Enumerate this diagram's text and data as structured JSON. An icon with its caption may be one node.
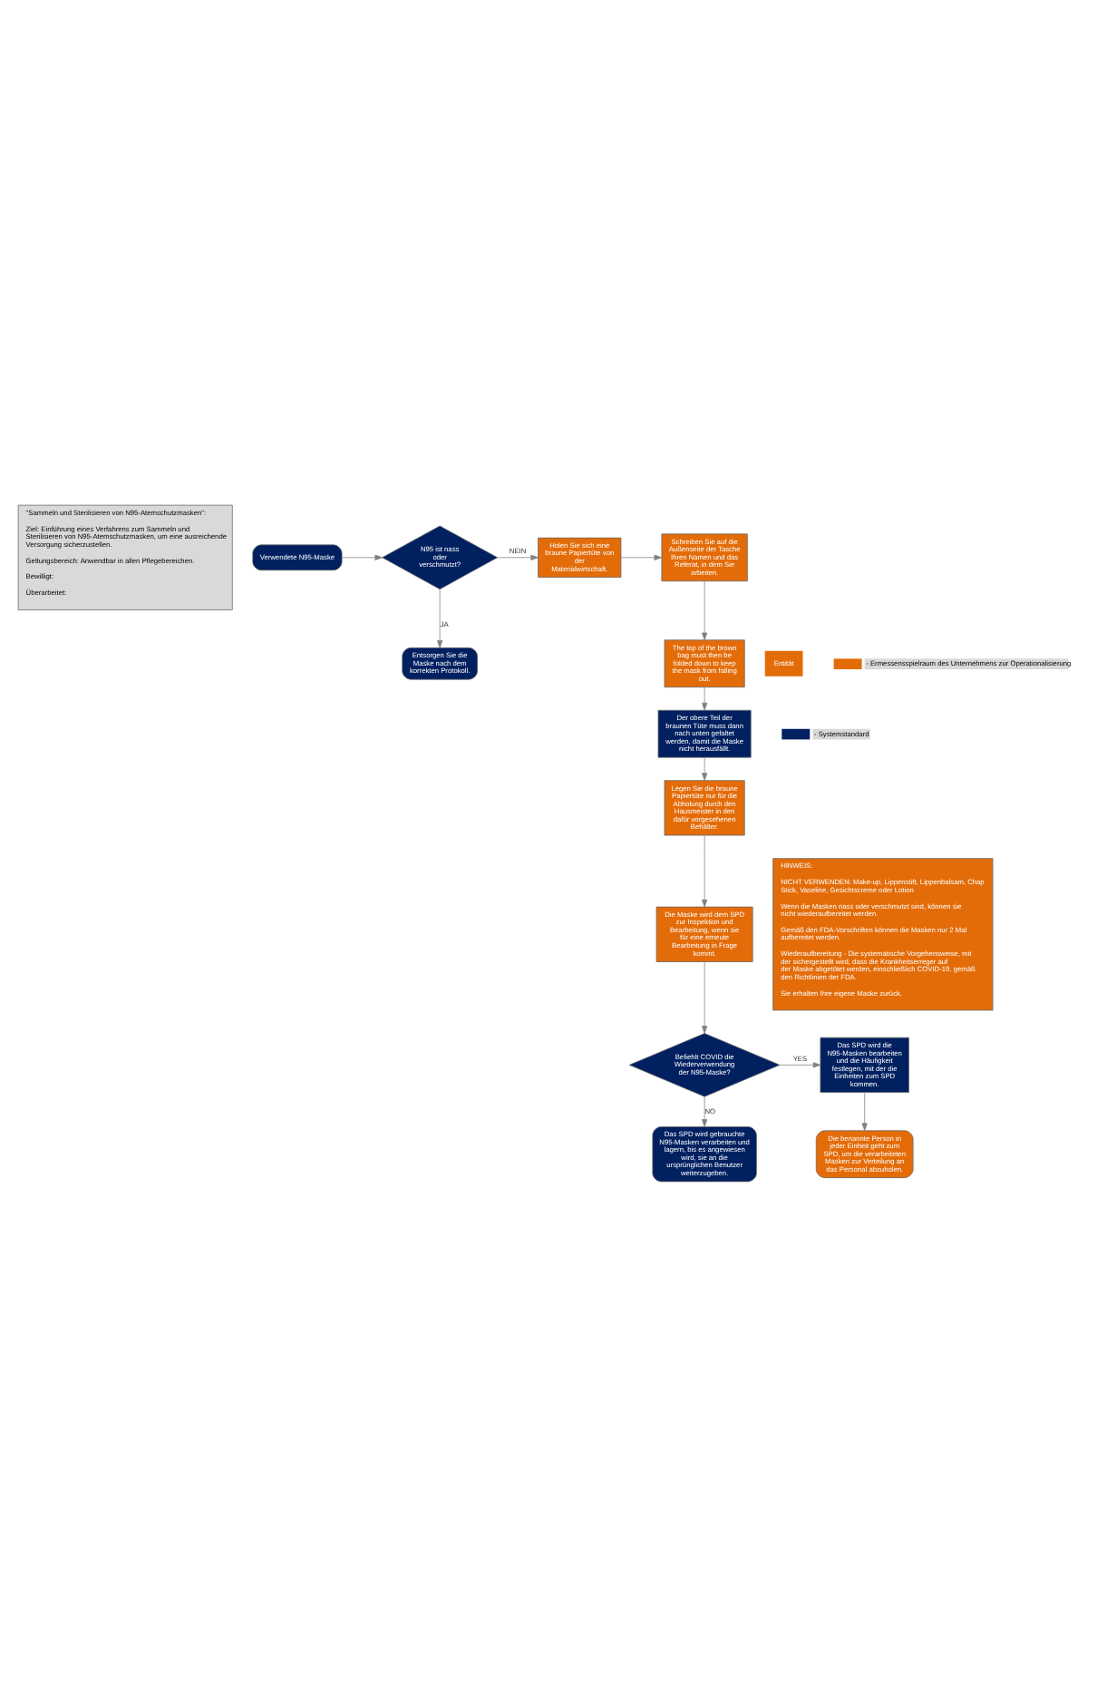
{
  "diagram": {
    "nodes": [
      {
        "text": [
          "\"Sammeln und Sterilisieren von N95-Atemschutzmasken\":",
          "Ziel: Einführung eines Verfahrens zum Sammeln und Sterilisieren von N95-Atemschutzmasken, um eine ausreichende Versorgung sicherzustellen.",
          "Geltungsbereich: Anwendbar in allen Pflegebereichen.",
          "Bewilligt:",
          "Überarbeitet:"
        ]
      },
      {
        "text": [
          "Verwendete N95-Maske"
        ]
      },
      {
        "text": [
          "N95 ist nass oder verschmutzt?"
        ]
      },
      {
        "text": [
          "Holen Sie sich eine braune Papiertüte von der Materialwirtschaft."
        ]
      },
      {
        "text": [
          "Schreiben Sie auf die Außenseite der Tasche Ihren Namen und das Referat, in dem Sie arbeiten."
        ]
      },
      {
        "text": [
          "The top of the brown bag must then be folded down to keep the mask from falling out."
        ]
      },
      {
        "text": [
          "Entsorgen Sie die Maske nach dem korrekten Protokoll."
        ]
      },
      {
        "text": [
          "Der obere Teil der braunen Tüte muss dann nach unten gefaltet werden, damit die Maske nicht herausfällt."
        ]
      },
      {
        "text": [
          "Legen Sie die braune Papiertüte nur für die Abholung durch den Hausmeister in den dafür vorgesehenen Behälter."
        ]
      },
      {
        "text": [
          "Die Maske wird dem SPD zur Inspektion und Bearbeitung, wenn sie für eine erneute Bearbeitung in Frage kommt."
        ]
      },
      {
        "text": [
          "Befiehlt COVID die Wiederverwendung der N95-Maske?"
        ]
      },
      {
        "text": [
          "Das SPD wird die N95-Masken bearbeiten und die Häufigkeit festlegen, mit der die Einheiten zum SPD kommen."
        ]
      },
      {
        "text": [
          "HINWEIS:",
          "NICHT VERWENDEN: Make-up, Lippenstift, Lippenbalsam, Chap Stick, Vaseline, Gesichtscreme oder Lotion",
          "Wenn die Masken nass oder verschmutzt sind, können sie nicht wiederaufbereitet werden.",
          "Gemäß den FDA-Vorschriften können die Masken nur 2 Mal aufbereitet werden.",
          "Wiederaufbereitung - Die systematische Vorgehensweise, mit der sichergestellt wird, dass die Krankheitserreger auf der Maske abgetötet werden, einschließlich COVID-19, gemäß den Richtlinien der FDA.",
          "Sie erhalten Ihre eigene Maske zurück."
        ]
      },
      {
        "text": [
          "Die benannte Person in jeder Einheit geht zum SPD, um die verarbeiteten Masken zur Verteilung an das Personal abzuholen."
        ]
      },
      {
        "text": [
          "Das SPD wird gebrauchte N95-Masken verarbeiten und lagern, bis es angewiesen wird, sie an die ursprünglichen Benutzer weiterzugeben."
        ]
      }
    ],
    "edges": [
      {
        "from": 1,
        "to": 2,
        "arrow": "to"
      },
      {
        "from": 2,
        "to": 3,
        "arrow": "to",
        "label": "NEIN"
      },
      {
        "from": 2,
        "to": 6,
        "arrow": "to",
        "label": "JA"
      },
      {
        "from": 3,
        "to": 4,
        "arrow": "to"
      },
      {
        "from": 4,
        "to": 5,
        "arrow": "to"
      },
      {
        "from": 5,
        "to": 7,
        "arrow": "to"
      },
      {
        "from": 7,
        "to": 8,
        "arrow": "to"
      },
      {
        "from": 8,
        "to": 9,
        "arrow": "to"
      },
      {
        "from": 9,
        "to": 10,
        "arrow": "to"
      },
      {
        "from": 10,
        "to": 11,
        "arrow": "to",
        "label": "YES"
      },
      {
        "from": 11,
        "to": 13,
        "arrow": "to"
      },
      {
        "from": 10,
        "to": 14,
        "arrow": "to",
        "label": "NO"
      }
    ],
    "labels": [
      "Entität"
    ],
    "legend": [
      {
        "text": "- Ermessensspielraum des Unternehmens zur Operationalisierung",
        "color": "#e36c09"
      },
      {
        "text": "- Systemstandard",
        "color": "#002060"
      }
    ]
  }
}
